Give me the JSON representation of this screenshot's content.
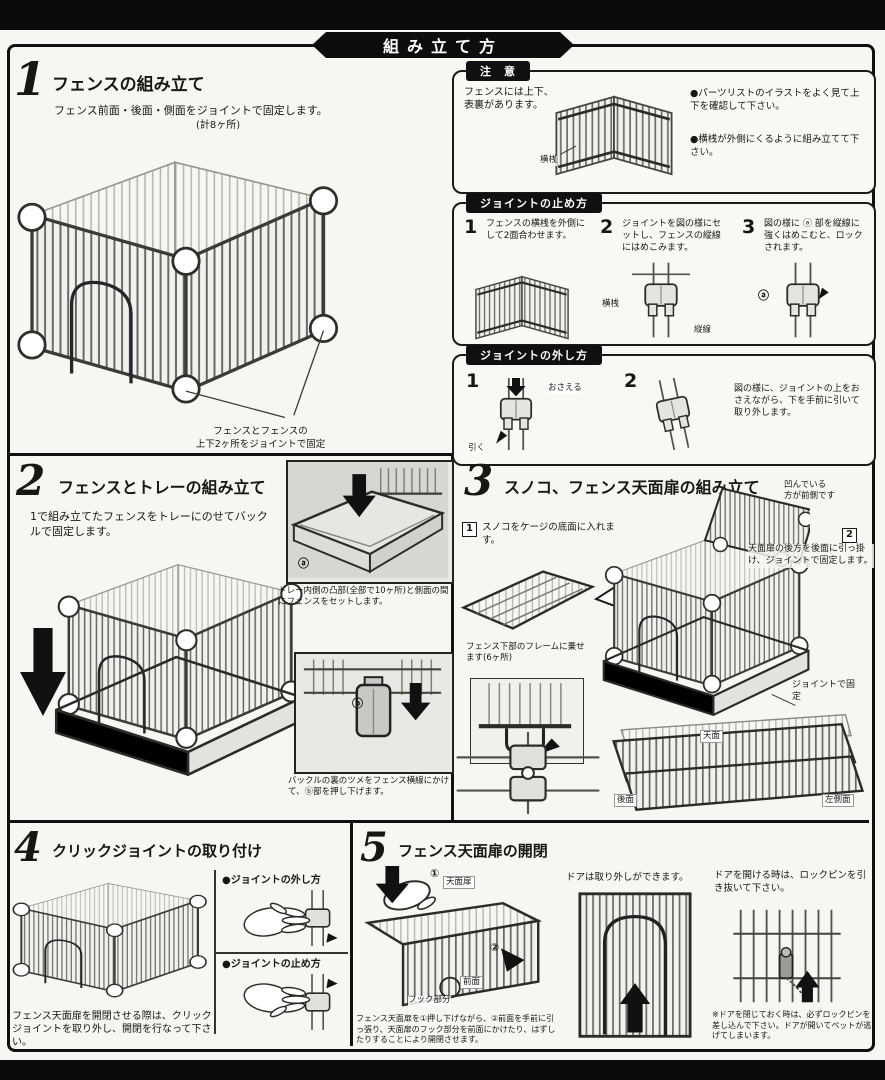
{
  "banner": {
    "title": "組み立て方"
  },
  "s1": {
    "num": "1",
    "title": "フェンスの組み立て",
    "desc": "フェンス前面・後面・側面をジョイントで固定します。",
    "desc2": "(計8ヶ所)",
    "caption": "フェンスとフェンスの\n上下2ヶ所をジョイントで固定"
  },
  "caution": {
    "tab": "注　意",
    "intro": "フェンスには上下、\n表裏があります。",
    "rail_label": "横桟",
    "bullet1": "●パーツリストのイラストをよく見て上下を確認して下さい。",
    "bullet2": "●横桟が外側にくるように組み立てて下さい。"
  },
  "joint_on": {
    "tab": "ジョイントの止め方",
    "n1": "1",
    "t1": "フェンスの横桟を外側にして2面合わせます。",
    "n2": "2",
    "t2": "ジョイントを図の様にセットし、フェンスの縦線にはめこみます。",
    "rail_label": "横桟",
    "wire_label": "縦線",
    "n3": "3",
    "t3": "図の様に ⓐ 部を縦線に強くはめこむと、ロックされます。",
    "a_mark": "ⓐ"
  },
  "joint_off": {
    "tab": "ジョイントの外し方",
    "n1": "1",
    "n2": "2",
    "press_label": "おさえる",
    "pull_label": "引く",
    "desc": "図の様に、ジョイントの上をおさえながら、下を手前に引いて取り外します。"
  },
  "s2": {
    "num": "2",
    "title": "フェンスとトレーの組み立て",
    "desc": "1で組み立てたフェンスをトレーにのせてバックルで固定します。",
    "a_mark": "ⓐ",
    "inset_a_caption": "トレー内側の凸部(全部で10ヶ所)と側面の間にフェンスをセットします。",
    "b_mark": "ⓑ",
    "inset_b_caption": "バックルの裏のツメをフェンス横線にかけて、ⓑ部を押し下げます。"
  },
  "s3": {
    "num": "3",
    "title": "スノコ、フェンス天面扉の組み立て",
    "front_note": "凹んでいる\n方が前側です",
    "step1_num": "1",
    "step1": "スノコをケージの底面に入れます。",
    "step2_num": "2",
    "step2": "天面扉の後方を後面に引っ掛け、ジョイントで固定します。",
    "frame_note": "フェンス下部のフレームに乗せます(6ヶ所)",
    "joint_note": "ジョイントで固定",
    "label_top": "天面",
    "label_back": "後面",
    "label_left": "左側面"
  },
  "s4": {
    "num": "4",
    "title": "クリックジョイントの取り付け",
    "off_title": "●ジョイントの外し方",
    "on_title": "●ジョイントの止め方",
    "desc": "フェンス天面扉を開閉させる際は、クリックジョイントを取り外し、開閉を行なって下さい。"
  },
  "s5": {
    "num": "5",
    "title": "フェンス天面扉の開閉",
    "mark1": "①",
    "label_door": "天面扉",
    "mark2": "②",
    "label_front": "前面",
    "label_hook": "フック部分",
    "desc": "フェンス天面扉を①押し下げながら、②前面を手前に引っ張り、天面扉のフック部分を前面にかけたり、はずしたりすることにより開閉させます。",
    "door_note": "ドアは取り外しができます。",
    "pin_note": "ドアを開ける時は、ロックピンを引き抜いて下さい。",
    "warn": "※ドアを閉じておく時は、必ずロックピンを差し込んで下さい。ドアが開いてペットが逃げてしまいます。"
  }
}
